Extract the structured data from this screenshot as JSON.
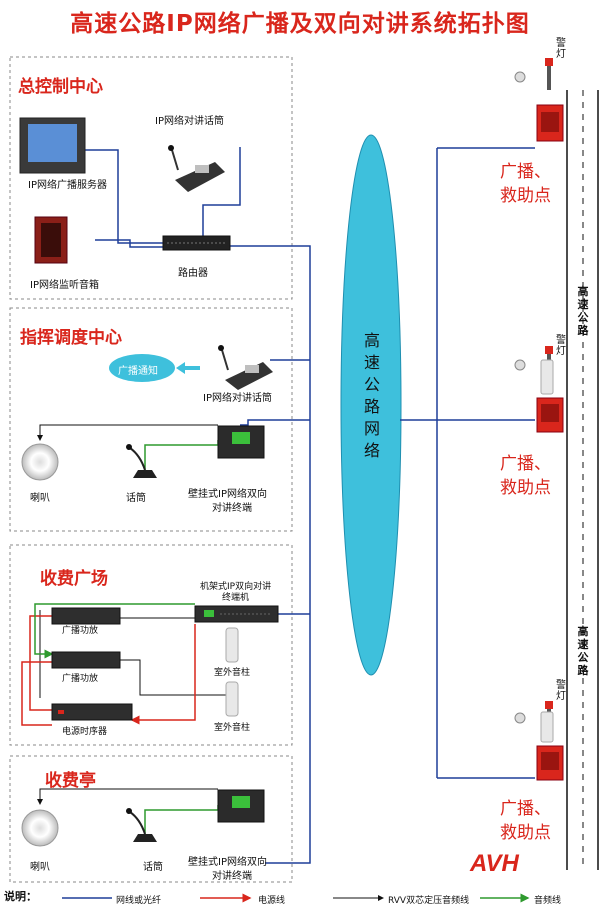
{
  "title": "高速公路IP网络广播及双向对讲系统拓扑图",
  "colors": {
    "network": "#1f3f99",
    "power": "#d9261c",
    "rvv": "#111111",
    "audio": "#2e9a2e",
    "accent": "#d9261c",
    "backbone": "#3ec0dc"
  },
  "sections": {
    "control": {
      "title": "总控制中心",
      "server_label": "IP网络广播服务器",
      "mic_label": "IP网络对讲话筒",
      "monitor_label": "IP网络监听音箱",
      "router_label": "路由器"
    },
    "dispatch": {
      "title": "指挥调度中心",
      "notify_label": "广播通知",
      "mic_label": "IP网络对讲话筒",
      "speaker_label": "喇叭",
      "mic2_label": "话筒",
      "terminal_label_1": "壁挂式IP网络双向",
      "terminal_label_2": "对讲终端"
    },
    "plaza": {
      "title": "收费广场",
      "rack_label_1": "机架式IP双向对讲",
      "rack_label_2": "终端机",
      "amp1_label": "广播功放",
      "amp2_label": "广播功放",
      "column1_label": "室外音柱",
      "column2_label": "室外音柱",
      "sequencer_label": "电源时序器"
    },
    "booth": {
      "title": "收费亭",
      "speaker_label": "喇叭",
      "mic_label": "话筒",
      "terminal_label_1": "壁挂式IP网络双向",
      "terminal_label_2": "对讲终端"
    }
  },
  "backbone_label": [
    "高",
    "速",
    "公",
    "路",
    "网",
    "络"
  ],
  "help_points": [
    {
      "line1": "广播、",
      "line2": "救助点",
      "warn": "警灯"
    },
    {
      "line1": "广播、",
      "line2": "救助点",
      "warn": "警灯"
    },
    {
      "line1": "广播、",
      "line2": "救助点",
      "warn": "警灯"
    }
  ],
  "highway_label": [
    "高",
    "速",
    "公",
    "路"
  ],
  "logo": "AVH",
  "legend": {
    "title": "说明：",
    "network": "网线或光纤",
    "power": "电源线",
    "rvv": "RVV双芯定压音频线",
    "audio": "音频线"
  }
}
